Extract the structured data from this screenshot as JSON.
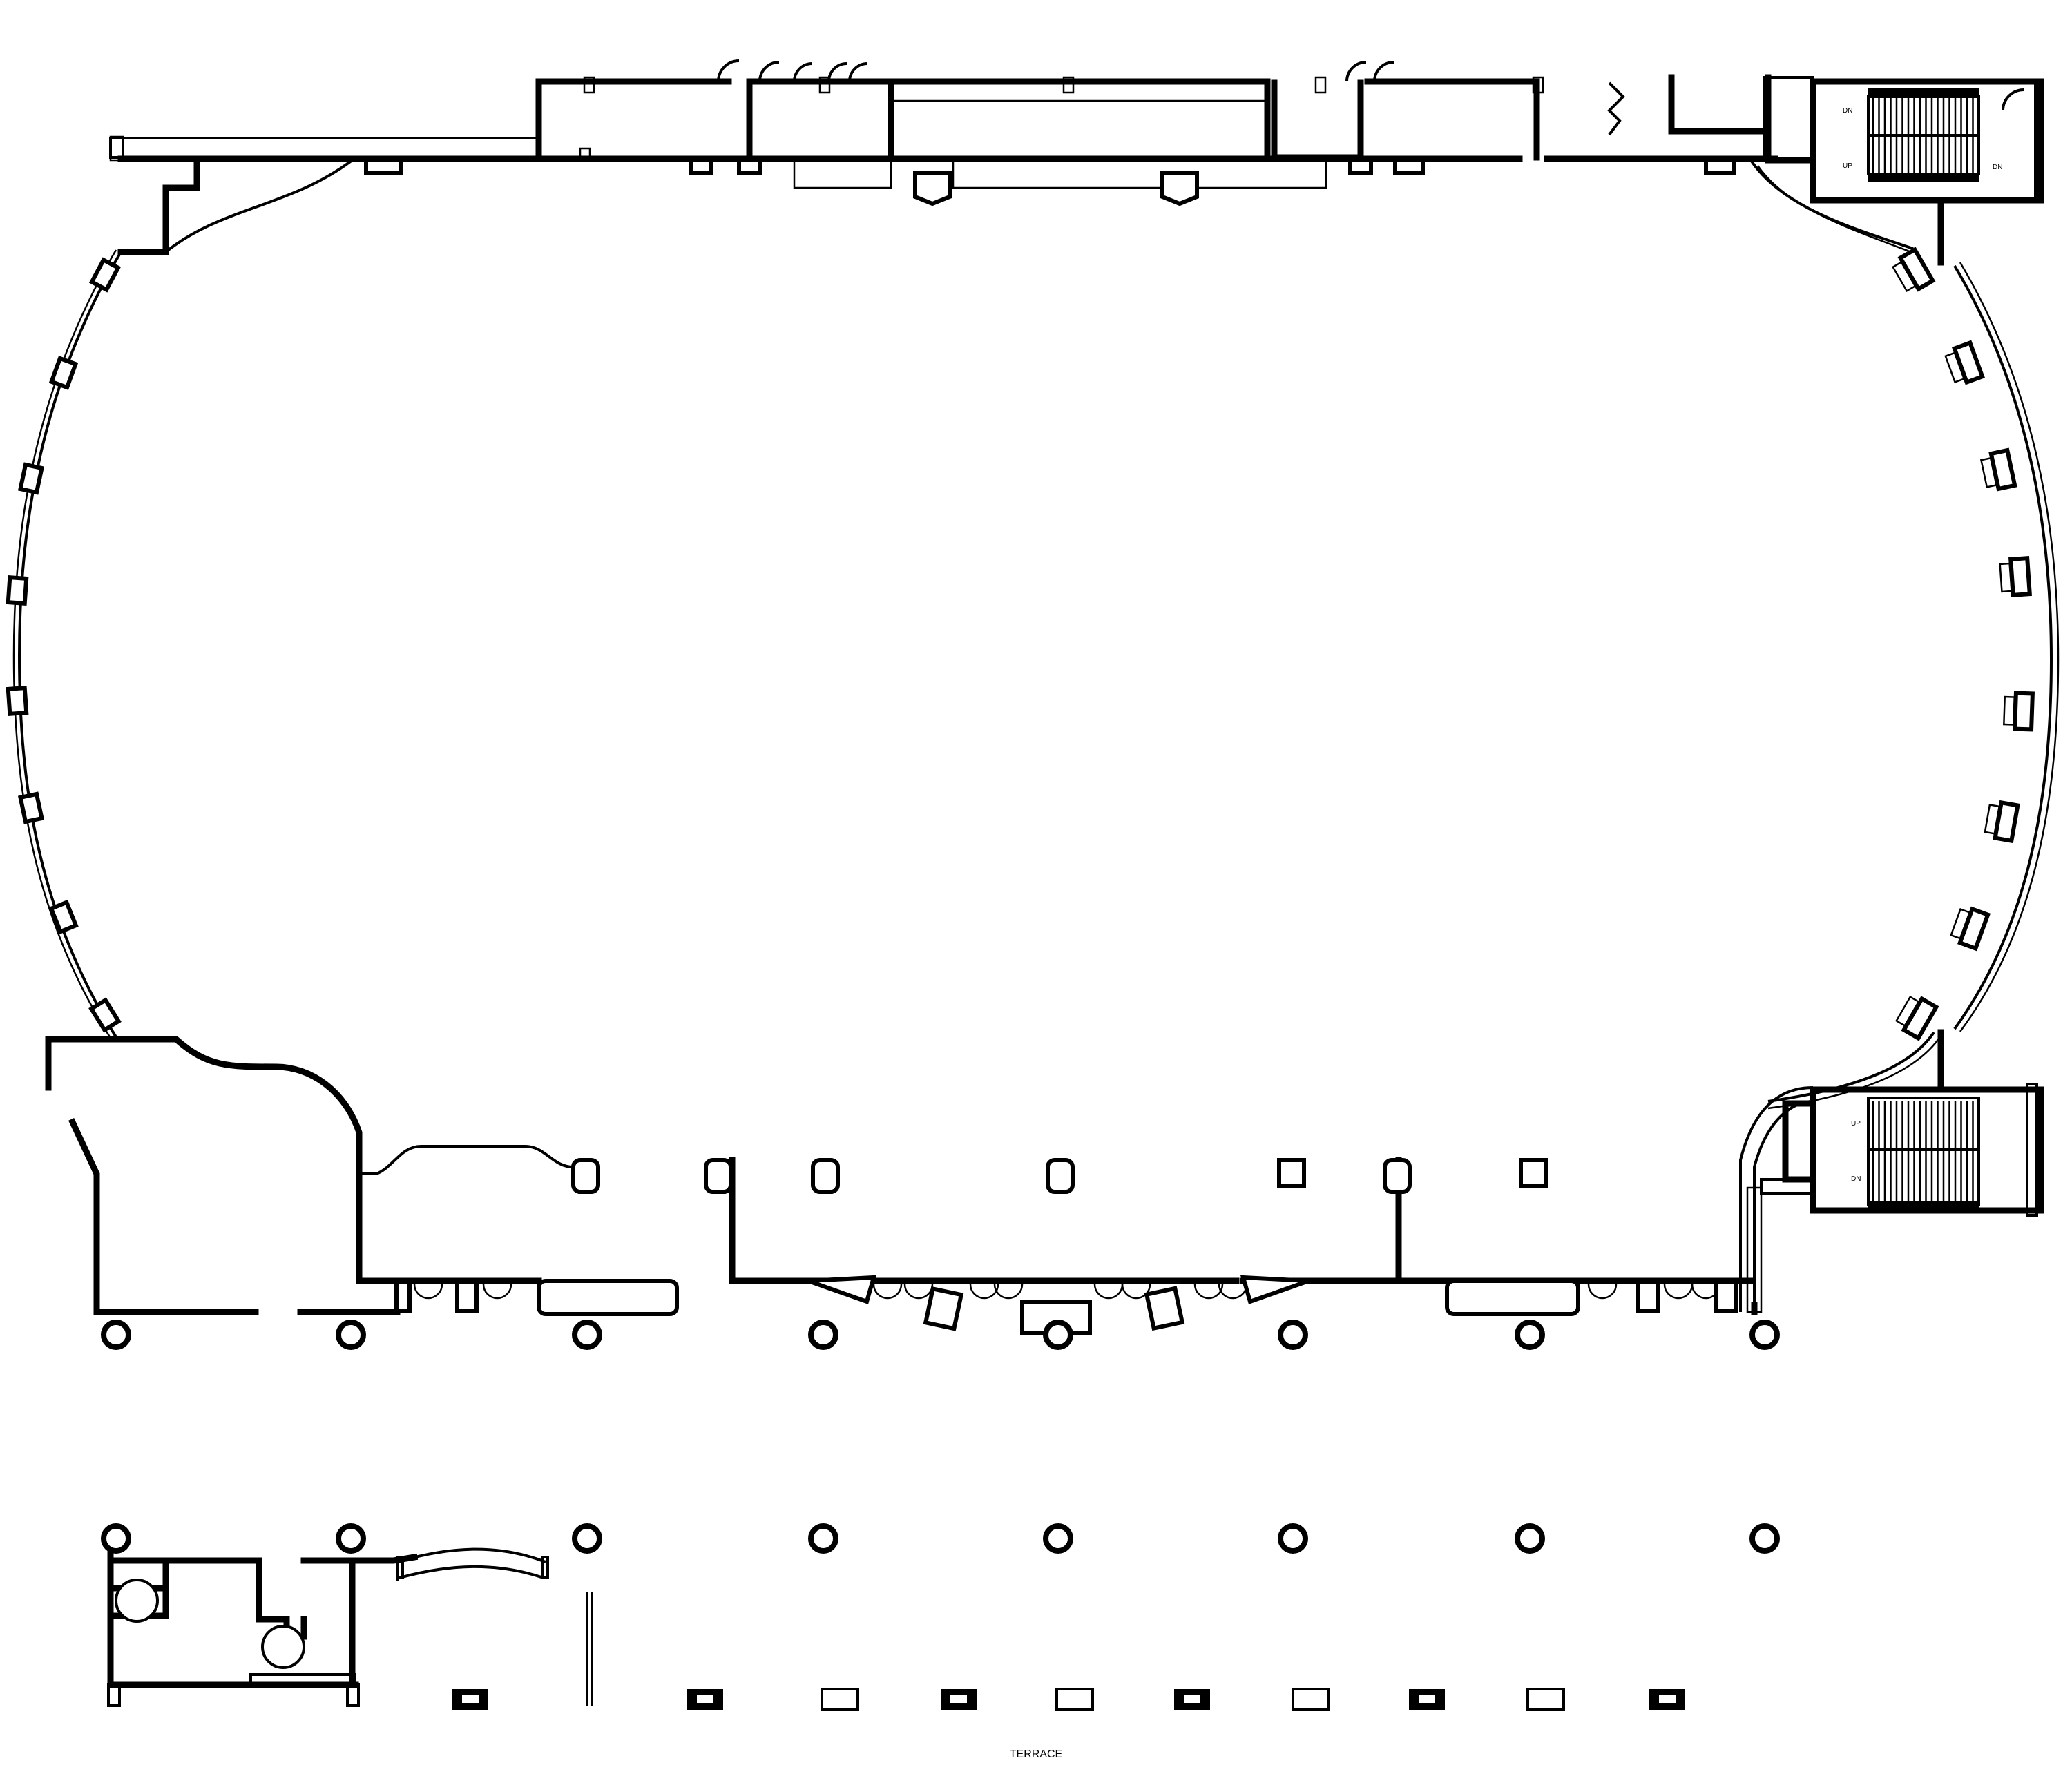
{
  "plan": {
    "labels": {
      "terrace": "TERRACE",
      "stair_top_dn_left": "DN",
      "stair_top_up_left": "UP",
      "stair_top_dn_right": "DN",
      "stair_bottom_up_left": "UP",
      "stair_bottom_dn_left": "DN"
    }
  }
}
